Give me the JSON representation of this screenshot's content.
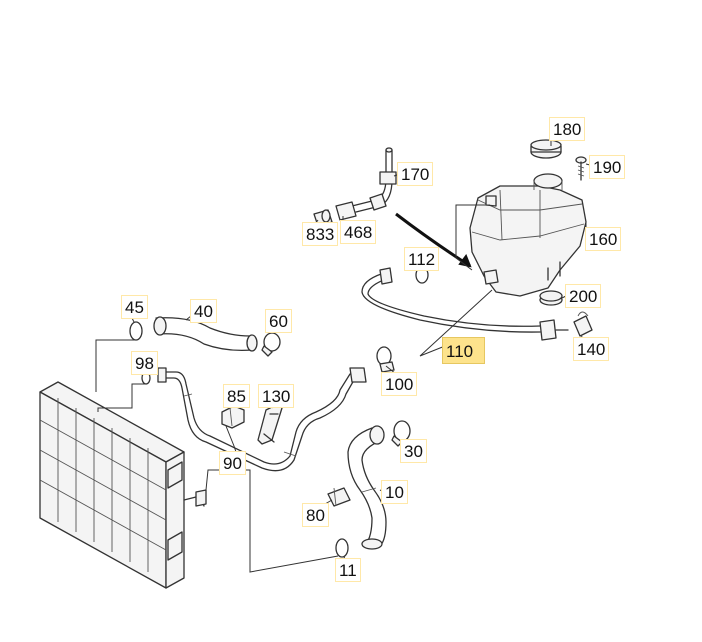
{
  "colors": {
    "callout_border": "#ffe8a8",
    "callout_highlight": "#fde38c",
    "line": "#333333"
  },
  "callouts": {
    "c180": "180",
    "c190": "190",
    "c170": "170",
    "c833": "833",
    "c468": "468",
    "c160": "160",
    "c112": "112",
    "c200": "200",
    "c45": "45",
    "c40": "40",
    "c60": "60",
    "c140": "140",
    "c110": "110",
    "c98": "98",
    "c100": "100",
    "c85": "85",
    "c130": "130",
    "c30": "30",
    "c90": "90",
    "c10": "10",
    "c80": "80",
    "c11": "11"
  },
  "selected_callout": "110"
}
